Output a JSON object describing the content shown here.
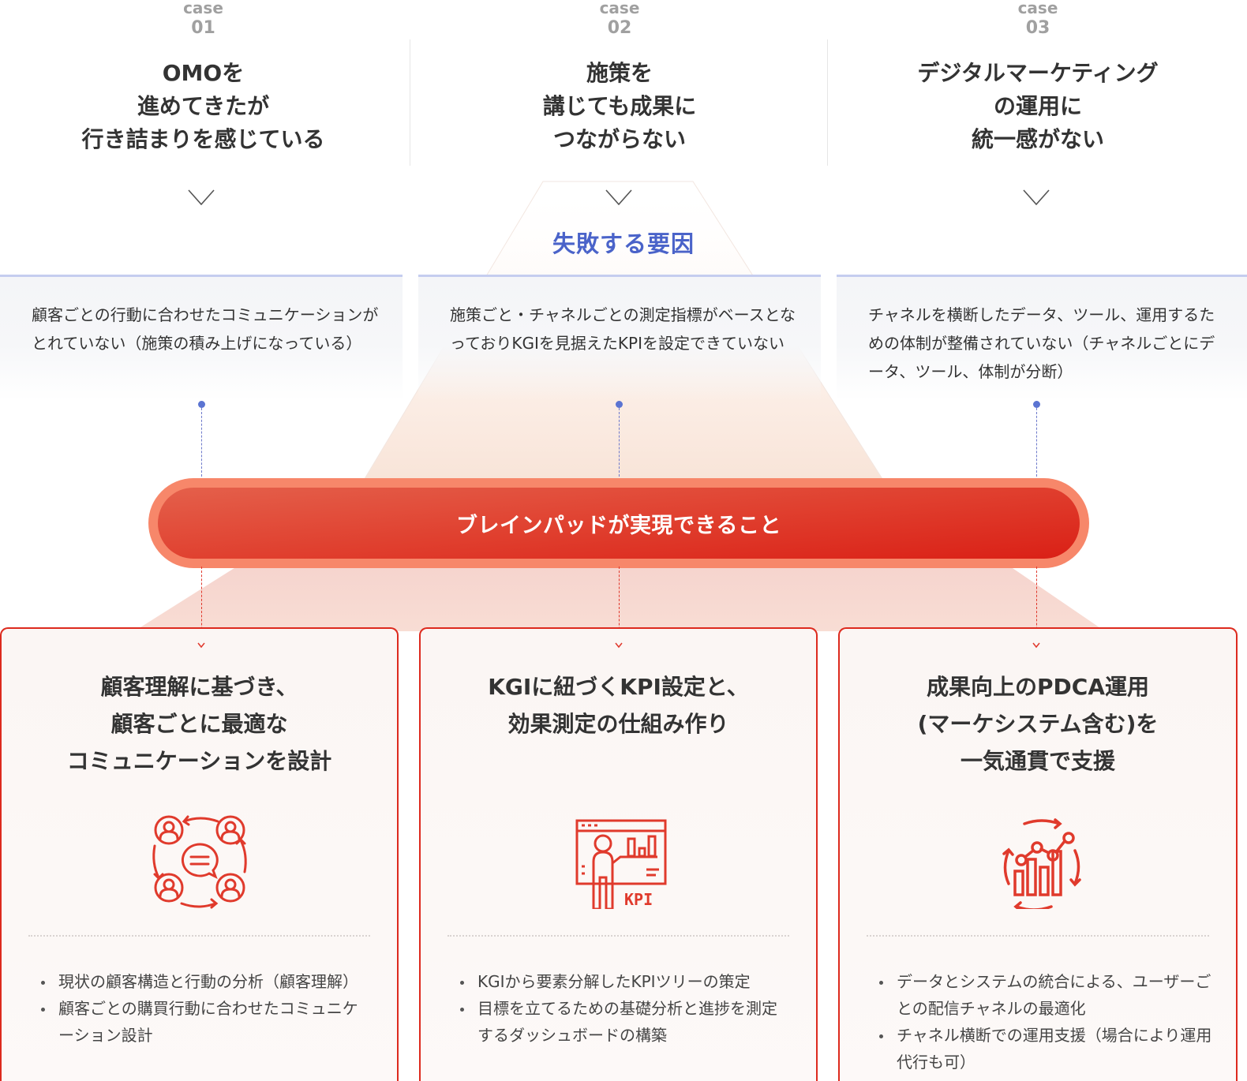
{
  "cases": [
    {
      "label": "case",
      "number": "01",
      "title_lines": [
        "OMOを",
        "進めてきたが",
        "行き詰まりを感じている"
      ]
    },
    {
      "label": "case",
      "number": "02",
      "title_lines": [
        "施策を",
        "講じても成果に",
        "つながらない"
      ]
    },
    {
      "label": "case",
      "number": "03",
      "title_lines": [
        "デジタルマーケティング",
        "の運用に",
        "統一感がない"
      ]
    }
  ],
  "failure_section": {
    "title": "失敗する要因",
    "causes": [
      "顧客ごとの行動に合わせたコミュニケーションがとれていない（施策の積み上げになっている）",
      "施策ごと・チャネルごとの測定指標がベースとなっておりKGIを見据えたKPIを設定できていない",
      "チャネルを横断したデータ、ツール、運用するための体制が整備されていない（チャネルごとにデータ、ツール、体制が分断）"
    ]
  },
  "brainpad": {
    "label": "ブレインパッドが実現できること"
  },
  "solutions": [
    {
      "title_lines": [
        "顧客理解に基づき、",
        "顧客ごとに最適な",
        "コミュニケーションを設計"
      ],
      "icon": "customer-communication-cycle-icon",
      "bullets": [
        "現状の顧客構造と行動の分析（顧客理解）",
        "顧客ごとの購買行動に合わせたコミュニケーション設計"
      ]
    },
    {
      "title_lines": [
        "KGIに紐づくKPI設定と、",
        "効果測定の仕組み作り"
      ],
      "icon": "kpi-presentation-icon",
      "icon_text": "KPI",
      "bullets": [
        "KGIから要素分解したKPIツリーの策定",
        "目標を立てるための基礎分析と進捗を測定するダッシュボードの構築"
      ]
    },
    {
      "title_lines": [
        "成果向上のPDCA運用",
        "(マーケシステム含む)を",
        "一気通貫で支援"
      ],
      "icon": "pdca-growth-chart-icon",
      "bullets": [
        "データとシステムの統合による、ユーザーごとの配信チャネルの最適化",
        "チャネル横断での運用支援（場合により運用代行も可）"
      ]
    }
  ],
  "colors": {
    "accent_blue": "#4a63c9",
    "accent_red": "#dd2a1e",
    "pill_outer": "#f7876a",
    "case_gray": "#a0a0a0",
    "text": "#333333"
  }
}
